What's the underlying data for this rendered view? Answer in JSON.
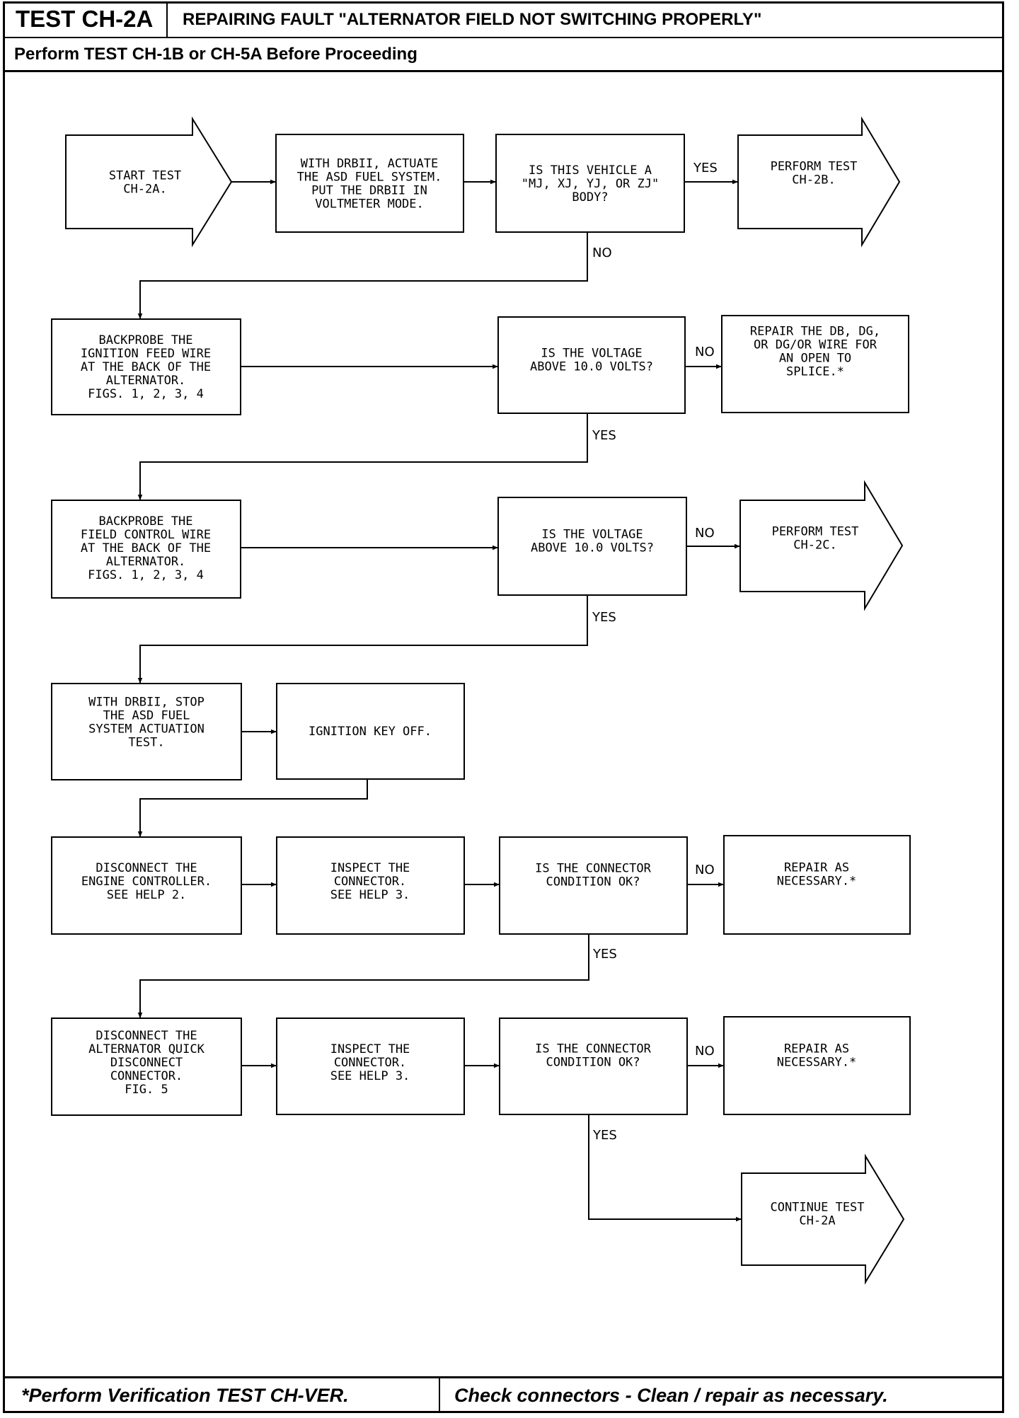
{
  "header": {
    "test_id": "TEST CH-2A",
    "title": "REPAIRING FAULT \"ALTERNATOR FIELD NOT SWITCHING PROPERLY\"",
    "prerequisite": "Perform TEST CH-1B or CH-5A Before Proceeding"
  },
  "footer": {
    "left": "*Perform Verification TEST CH-VER.",
    "right": "Check connectors - Clean / repair as necessary."
  },
  "labels": {
    "yes": "YES",
    "no": "NO"
  },
  "nodes": {
    "start": [
      "START TEST",
      "CH-2A."
    ],
    "actuate": [
      "WITH DRBII, ACTUATE",
      "THE ASD FUEL SYSTEM.",
      "PUT THE DRBII IN",
      "VOLTMETER MODE."
    ],
    "vehicle_q": [
      "IS THIS VEHICLE A",
      "\"MJ, XJ, YJ, OR ZJ\"",
      "BODY?"
    ],
    "test_2b": [
      "PERFORM TEST",
      "CH-2B."
    ],
    "probe_ign": [
      "BACKPROBE THE",
      "IGNITION FEED WIRE",
      "AT THE BACK OF THE",
      "ALTERNATOR.",
      "FIGS. 1, 2, 3, 4"
    ],
    "volt_q1": [
      "IS THE VOLTAGE",
      "ABOVE 10.0 VOLTS?"
    ],
    "repair_wire": [
      "REPAIR THE DB, DG,",
      "OR DG/OR WIRE FOR",
      "AN OPEN TO",
      "SPLICE.*"
    ],
    "probe_field": [
      "BACKPROBE THE",
      "FIELD CONTROL WIRE",
      "AT THE BACK OF THE",
      "ALTERNATOR.",
      "FIGS. 1, 2, 3, 4"
    ],
    "volt_q2": [
      "IS THE VOLTAGE",
      "ABOVE 10.0 VOLTS?"
    ],
    "test_2c": [
      "PERFORM TEST",
      "CH-2C."
    ],
    "stop_asd": [
      "WITH DRBII, STOP",
      "THE ASD FUEL",
      "SYSTEM ACTUATION",
      "TEST."
    ],
    "key_off": [
      "IGNITION KEY OFF."
    ],
    "disc_ecm": [
      "DISCONNECT THE",
      "ENGINE CONTROLLER.",
      "SEE HELP 2."
    ],
    "inspect1": [
      "INSPECT THE",
      "CONNECTOR.",
      "SEE HELP 3."
    ],
    "conn_q1": [
      "IS THE CONNECTOR",
      "CONDITION OK?"
    ],
    "repair1": [
      "REPAIR AS",
      "NECESSARY.*"
    ],
    "disc_alt": [
      "DISCONNECT THE",
      "ALTERNATOR QUICK",
      "DISCONNECT",
      "CONNECTOR.",
      "FIG. 5"
    ],
    "inspect2": [
      "INSPECT THE",
      "CONNECTOR.",
      "SEE HELP 3."
    ],
    "conn_q2": [
      "IS THE CONNECTOR",
      "CONDITION OK?"
    ],
    "repair2": [
      "REPAIR AS",
      "NECESSARY.*"
    ],
    "continue": [
      "CONTINUE TEST",
      "CH-2A"
    ]
  }
}
